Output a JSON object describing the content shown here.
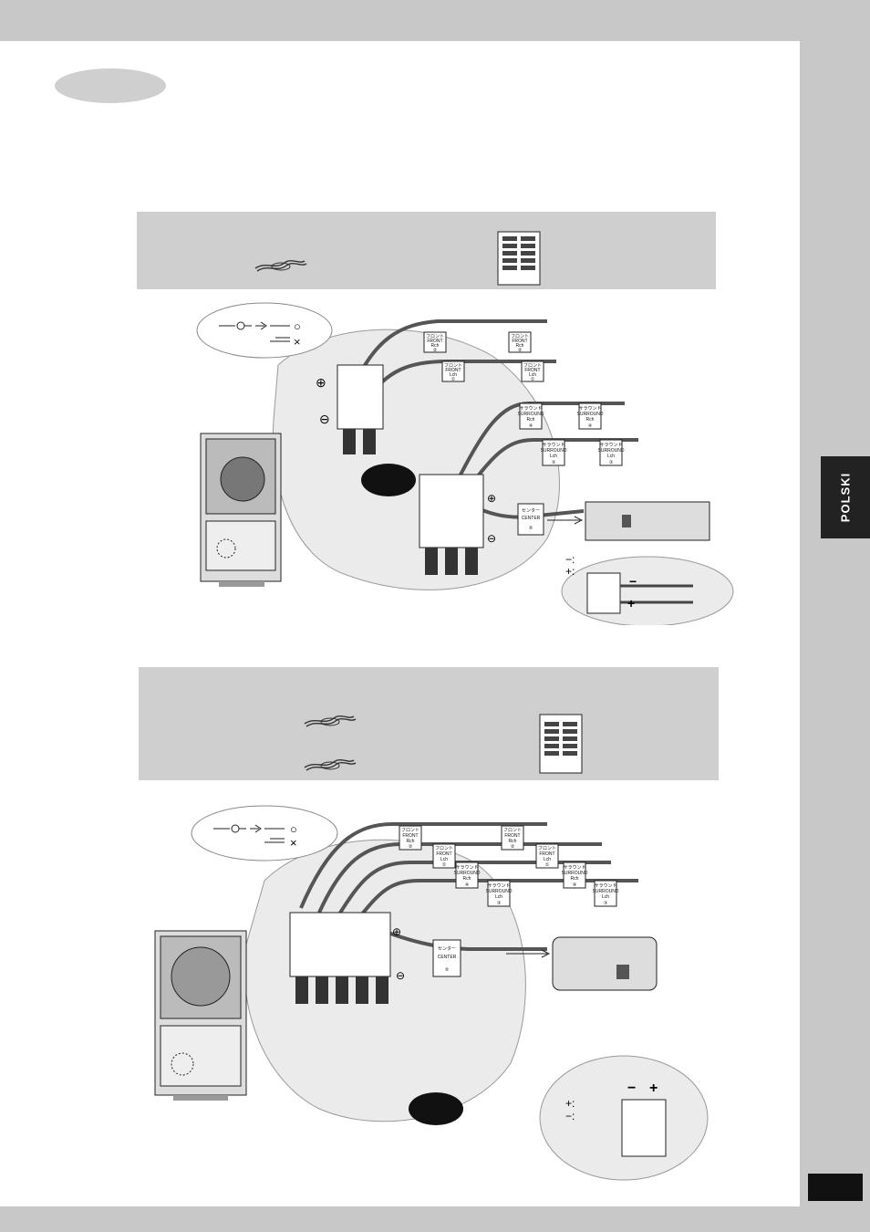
{
  "sidebar": {
    "language": "POLSKI"
  },
  "diagram1": {
    "tags": {
      "front_r_jp": "フロント",
      "front_r": "FRONT",
      "front_r_ch": "Rch",
      "front_r_num": "②",
      "front_l_jp": "フロント",
      "front_l": "FRONT",
      "front_l_ch": "Lch",
      "front_l_num": "①",
      "sur_r_jp": "サラウンド",
      "sur_r": "SURROUND",
      "sur_r_ch": "Rch",
      "sur_r_num": "④",
      "sur_l_jp": "サラウンド",
      "sur_l": "SURROUND",
      "sur_l_ch": "Lch",
      "sur_l_num": "③",
      "center_jp": "センター",
      "center": "CENTER",
      "center_num": "⑤"
    },
    "good_mark": "○",
    "bad_mark": "×",
    "plus_symbol": "⊕",
    "minus_symbol": "⊖",
    "legend_minus": "−:",
    "legend_plus": "+:",
    "wire_minus": "−",
    "wire_plus": "+"
  },
  "diagram2": {
    "tags": {
      "front_r_jp": "フロント",
      "front_r": "FRONT",
      "front_r_ch": "Rch",
      "front_r_num": "②",
      "front_l_jp": "フロント",
      "front_l": "FRONT",
      "front_l_ch": "Lch",
      "front_l_num": "①",
      "sur_r_jp": "サラウンド",
      "sur_r": "SURROUND",
      "sur_r_ch": "Rch",
      "sur_r_num": "④",
      "sur_l_jp": "サラウンド",
      "sur_l": "SURROUND",
      "sur_l_ch": "Lch",
      "sur_l_num": "③",
      "center_jp": "センター",
      "center": "CENTER",
      "center_num": "⑤"
    },
    "good_mark": "○",
    "bad_mark": "×",
    "plus_symbol": "⊕",
    "minus_symbol": "⊖",
    "legend_plus": "+:",
    "legend_minus": "−:",
    "wire_minus": "−",
    "wire_plus": "+"
  }
}
